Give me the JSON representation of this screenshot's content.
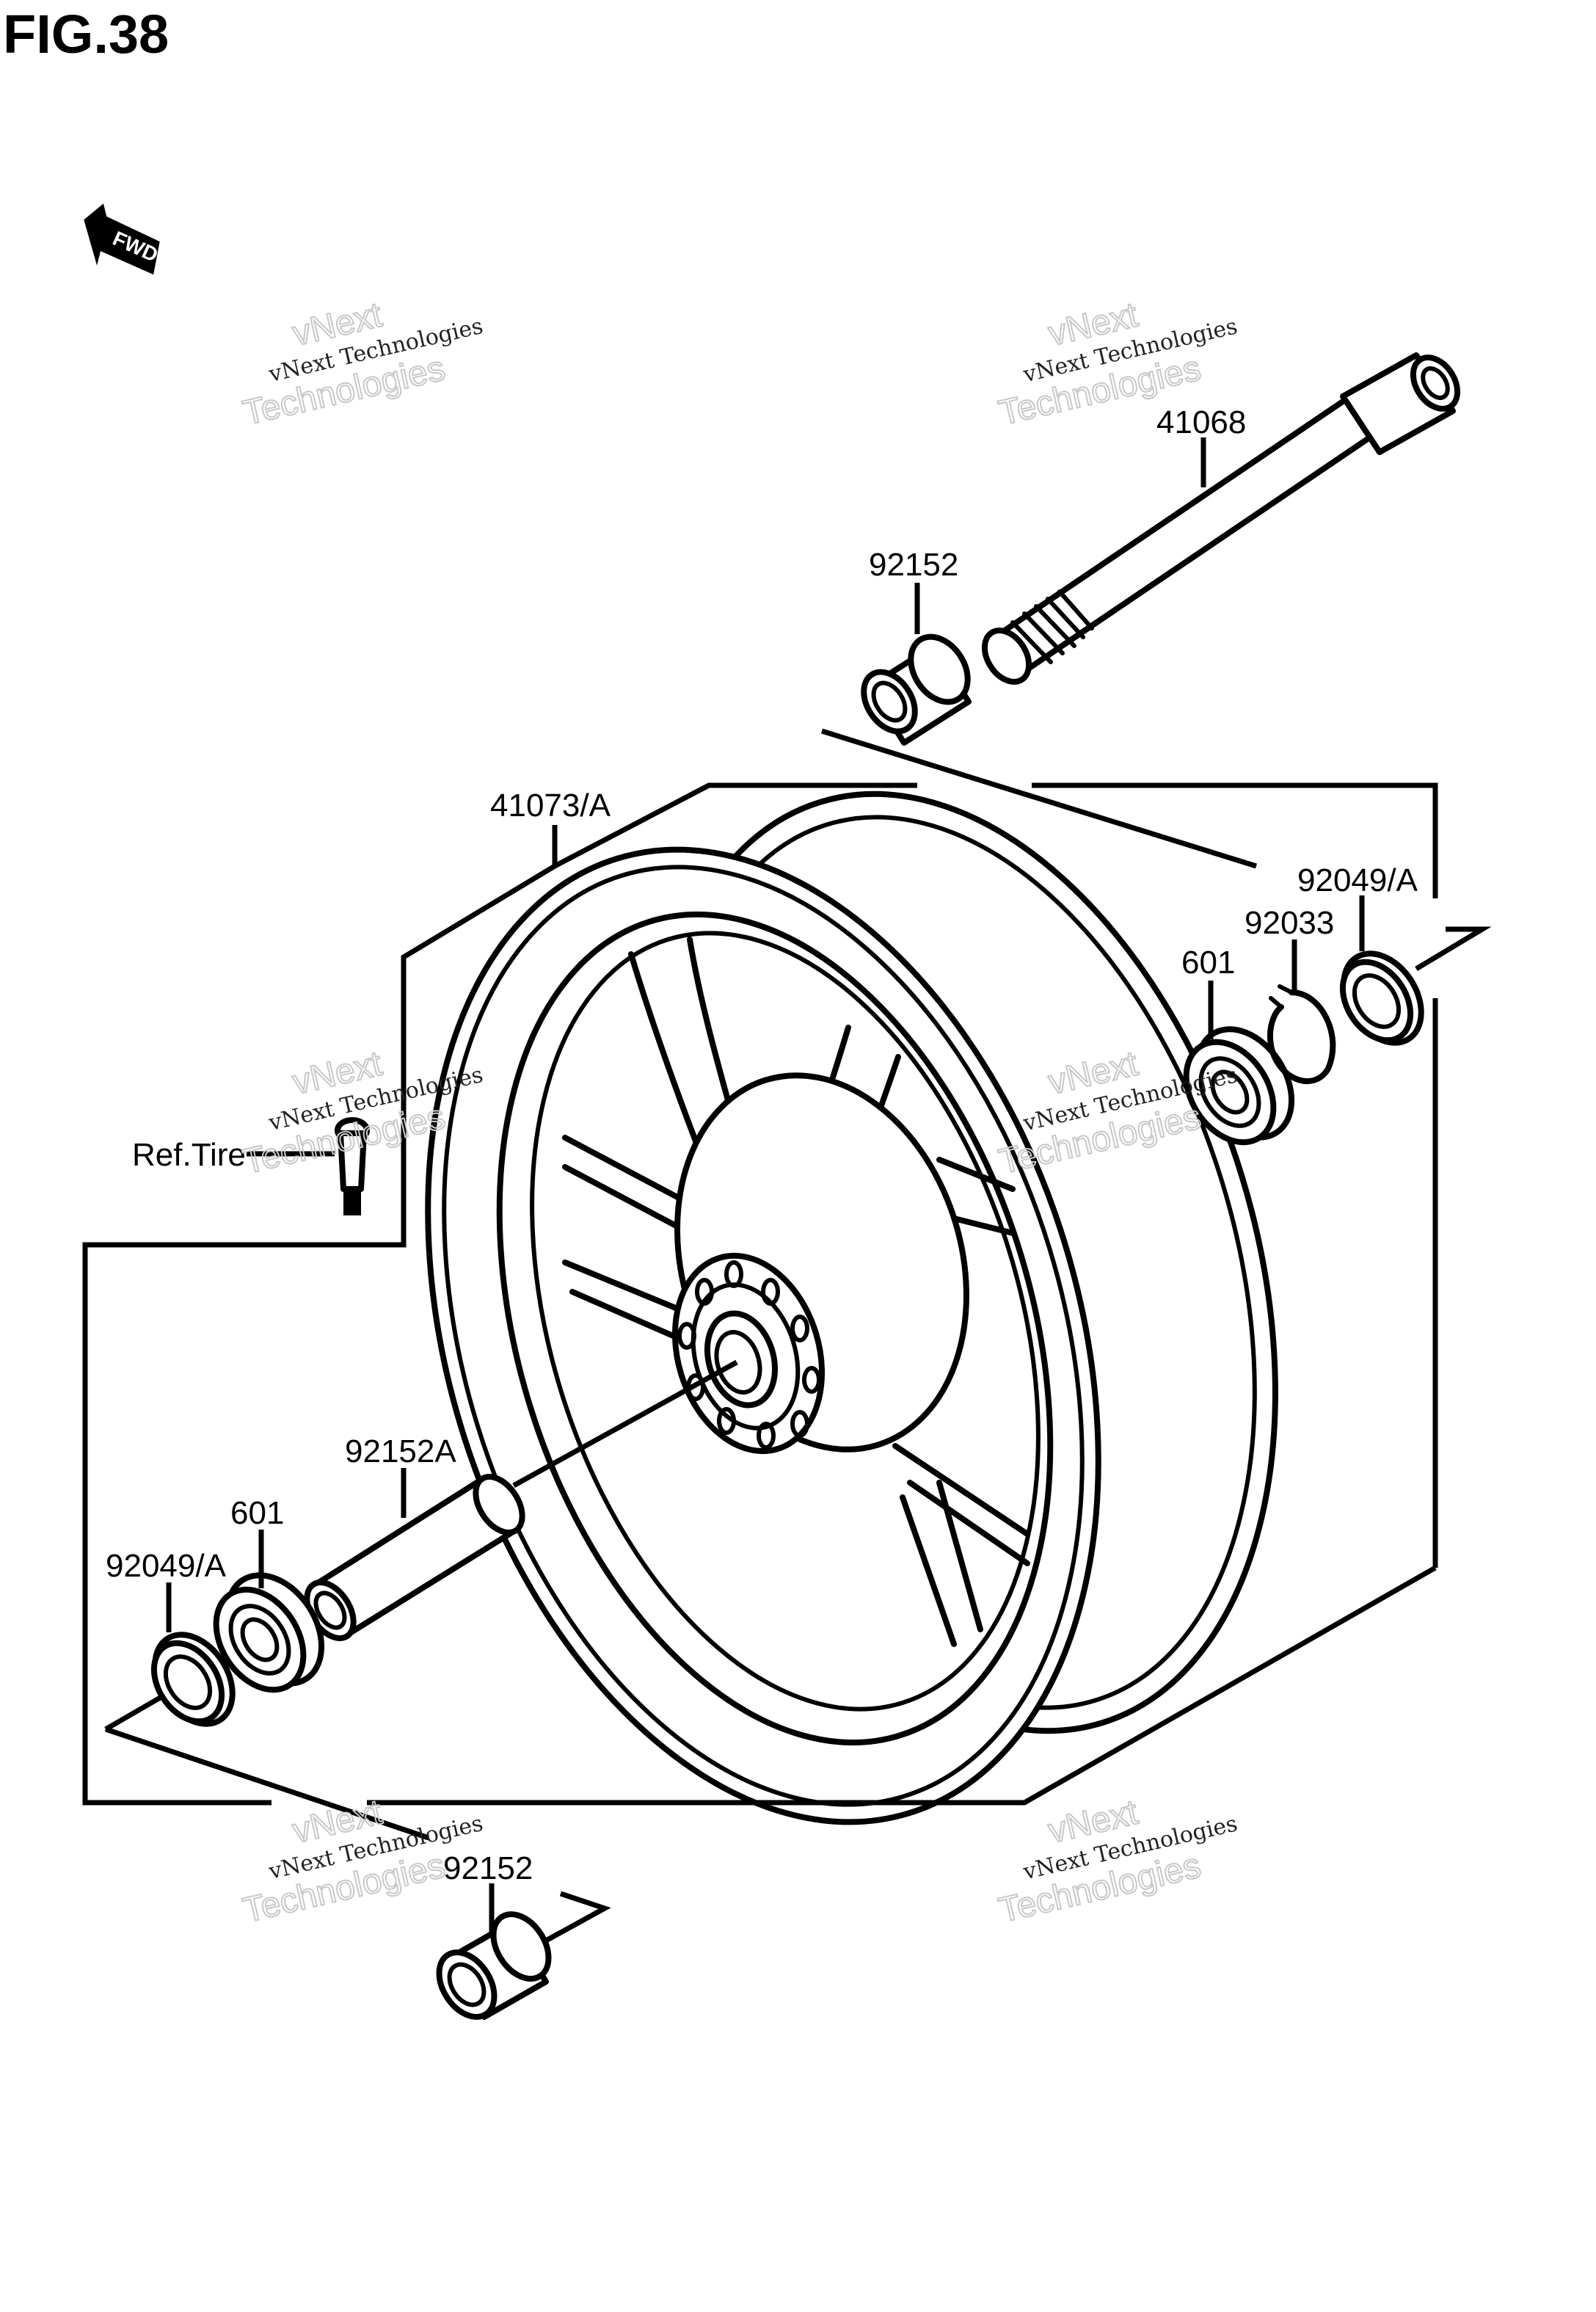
{
  "figure": {
    "title": "FIG.38",
    "fwd_label": "FWD"
  },
  "parts": {
    "axle": "41068",
    "collar_upper": "92152",
    "wheel": "41073/A",
    "seal_right": "92049/A",
    "circlip": "92033",
    "bearing_right": "601",
    "valve": "Ref.Tire",
    "spacer": "92152A",
    "bearing_left": "601",
    "seal_left": "92049/A",
    "collar_lower": "92152"
  },
  "watermarks": {
    "line1_a": "vNext",
    "line2_a": "vNext Technologies",
    "line3_a": "Technologies",
    "line1_b": "vNext",
    "line2_b": "vNext Technologies",
    "line3_b": "Technologies",
    "line1_c": "vNext",
    "line2_c": "vNext Technologies",
    "line3_c": "Technologies",
    "line1_d": "vNext",
    "line2_d": "vNext Technologies",
    "line3_d": "Technologies",
    "line1_e": "vNext",
    "line2_e": "vNext Technologies",
    "line3_e": "Technologies",
    "line1_f": "vNext",
    "line2_f": "vNext Technologies",
    "line3_f": "Technologies"
  },
  "colors": {
    "line": "#000000",
    "background": "#ffffff",
    "watermark": "#c8c8c8"
  }
}
